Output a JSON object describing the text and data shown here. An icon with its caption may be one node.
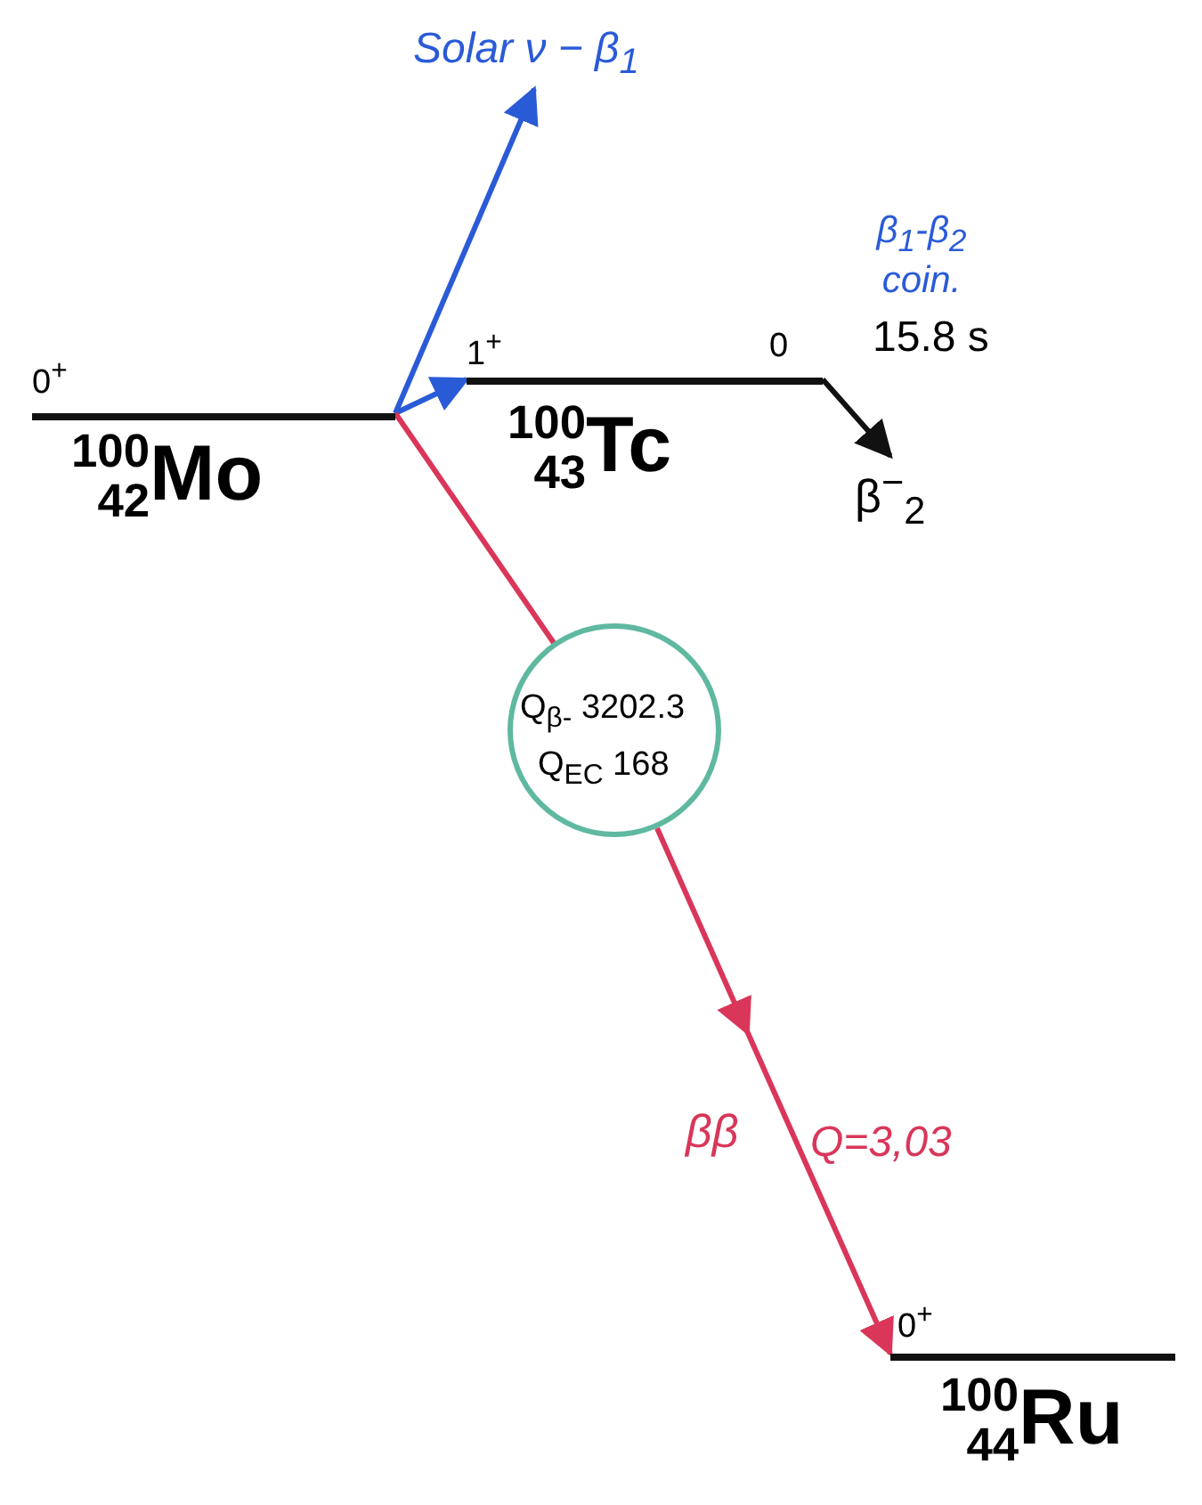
{
  "diagram": {
    "nodes": [
      {
        "text": [
          "0$^{+}$",
          "$^{100}$$_{42}$Mo"
        ]
      },
      {
        "text": [
          "1$^{+}$",
          "0",
          "$^{100}$$_{43}$Tc"
        ],
        "beside": [
          "15.8 s"
        ]
      },
      {
        "text": [
          "Q$_{β-}$ 3202.3",
          "Q$_{EC}$ 168"
        ]
      },
      {
        "text": [
          "0$^{+}$",
          "$^{100}$$_{44}$Ru"
        ]
      },
      {
        "text": [
          "Solar ν − β$_{1}$"
        ]
      },
      {
        "text": [
          "β$^{−}$$_{2}$"
        ]
      }
    ],
    "edges": [
      {
        "from": 0,
        "to": 4,
        "arrow": "to",
        "color": "#2a5bd7"
      },
      {
        "from": 0,
        "to": 1,
        "arrow": "to",
        "color": "#2a5bd7"
      },
      {
        "from": 1,
        "to": 5,
        "arrow": "to",
        "color": "#111111"
      },
      {
        "from": 0,
        "to": 2,
        "arrow": "none",
        "color": "#d9365a"
      },
      {
        "from": 2,
        "to": 3,
        "arrow": "to",
        "label": "ββ",
        "color": "#d9365a"
      }
    ],
    "labels": [
      "β$_{1}$-β$_{2}$ coin.",
      "Q=3,03"
    ]
  }
}
